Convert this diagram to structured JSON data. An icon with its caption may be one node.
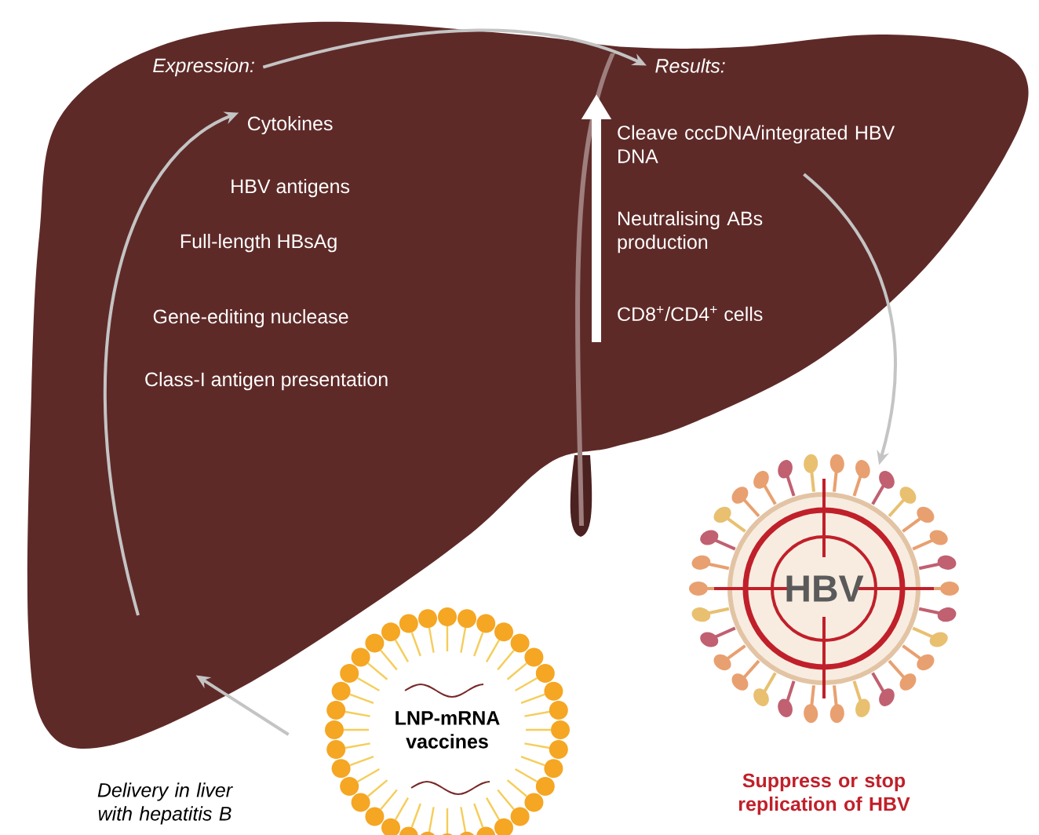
{
  "diagram": {
    "nodes": [
      {
        "text": [],
        "shape": "liver"
      },
      {
        "text": [
          "Expression:"
        ],
        "in": 0
      },
      {
        "text": [
          "Cytokines"
        ],
        "in": 0
      },
      {
        "text": [
          "HBV antigens"
        ],
        "in": 0
      },
      {
        "text": [
          "Full-length HBsAg"
        ],
        "in": 0
      },
      {
        "text": [
          "Gene-editing nuclease"
        ],
        "in": 0
      },
      {
        "text": [
          "Class-I antigen presentation"
        ],
        "in": 0
      },
      {
        "text": [
          "Results:"
        ],
        "in": 0
      },
      {
        "text": [
          "Cleave cccDNA/integrated HBV DNA"
        ],
        "in": 0
      },
      {
        "text": [
          "Neutralising ABs production"
        ],
        "in": 0
      },
      {
        "text": [
          "CD8$^{+}$/CD4$^{+}$ cells"
        ],
        "in": 0
      },
      {
        "text": [
          "HBV"
        ],
        "beside": [
          "Suppress or stop replication of HBV"
        ]
      },
      {
        "text": [
          "LNP-mRNA vaccines"
        ]
      }
    ],
    "edges": [
      {
        "from": null,
        "to": 2,
        "arrow": "to"
      },
      {
        "from": 1,
        "to": 7,
        "arrow": "to"
      },
      {
        "from": 8,
        "to": 11,
        "arrow": "to"
      },
      {
        "from": 12,
        "to": 0,
        "arrow": "to",
        "label": "Delivery in liver with hepatitis B"
      }
    ]
  }
}
